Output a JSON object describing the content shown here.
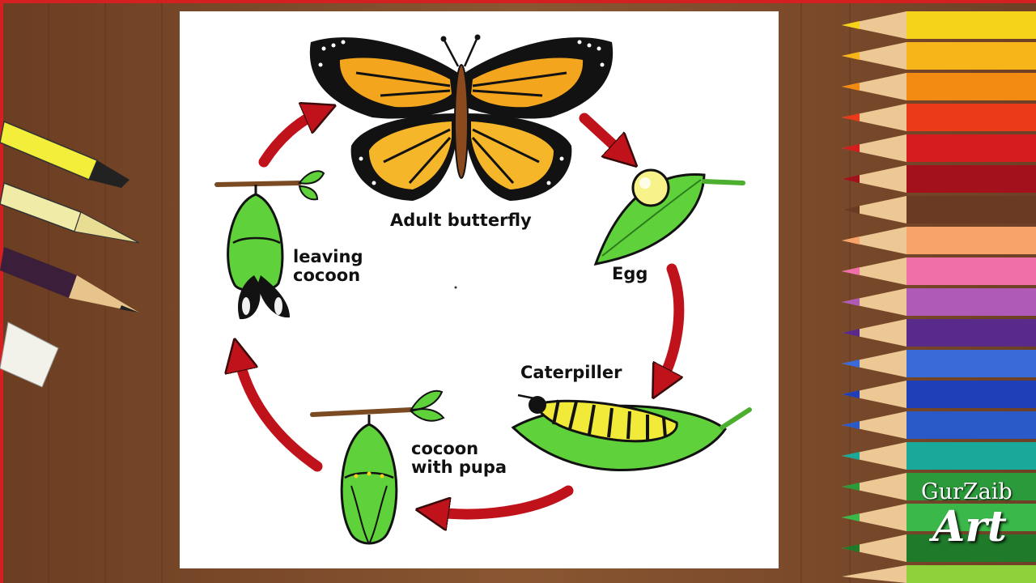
{
  "labels": {
    "adult": "Adult butterfly",
    "egg": "Egg",
    "caterpillar": "Caterpiller",
    "pupa_line1": "cocoon",
    "pupa_line2": "with pupa",
    "leaving_line1": "leaving",
    "leaving_line2": "cocoon"
  },
  "watermark": {
    "line1": "GurZaib",
    "line2": "Art"
  },
  "stages": [
    "Adult butterfly",
    "Egg",
    "Caterpiller",
    "cocoon with pupa",
    "leaving cocoon"
  ],
  "colors": {
    "wood": "#7a4a2a",
    "paper": "#ffffff",
    "arrow": "#c0121b",
    "leaf": "#5fd13a",
    "wing_orange": "#f2a51d",
    "wing_black": "#121212"
  },
  "icons": [
    "butterfly-icon",
    "egg-icon",
    "caterpillar-icon",
    "chrysalis-icon",
    "emerging-butterfly-icon",
    "pencil-icon",
    "marker-icon",
    "eraser-icon"
  ]
}
